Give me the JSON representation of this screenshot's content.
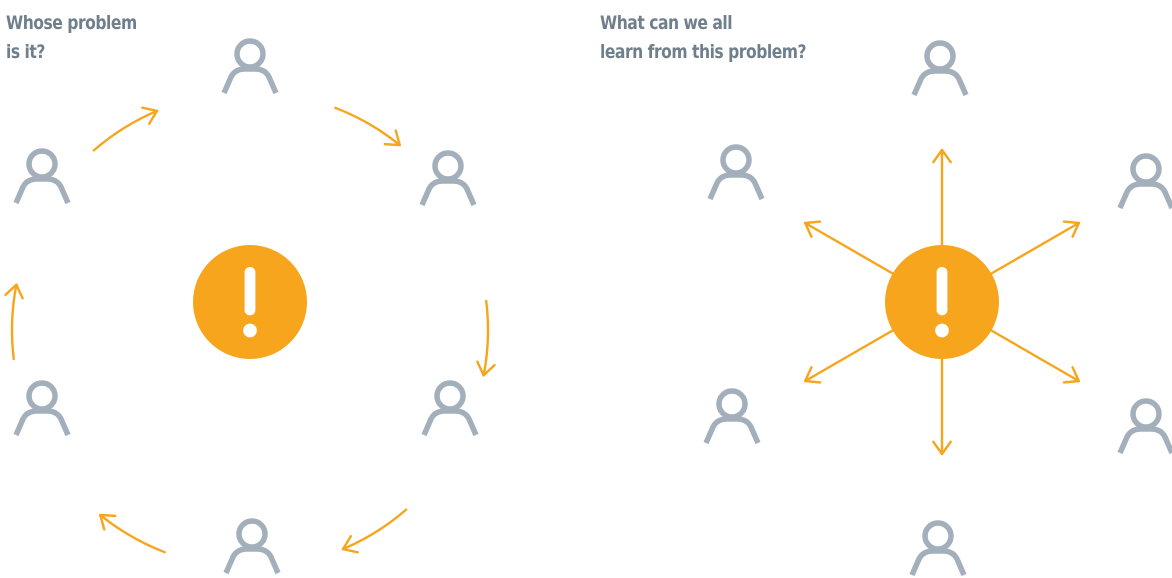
{
  "colors": {
    "heading": "#6f7f8c",
    "person": "#a3b0bb",
    "accent": "#f6a51d",
    "exclamation": "#ffffff"
  },
  "icons": {
    "person": "person-icon",
    "alert": "exclamation-alert-icon"
  },
  "left_panel": {
    "heading_lines": [
      "Whose problem",
      "is it?"
    ],
    "people_count": 6,
    "arrow_flow": "clockwise, person to person"
  },
  "right_panel": {
    "heading_lines": [
      "What can we all",
      "learn from this problem?"
    ],
    "people_count": 6,
    "arrow_flow": "outward from the problem to everyone"
  }
}
